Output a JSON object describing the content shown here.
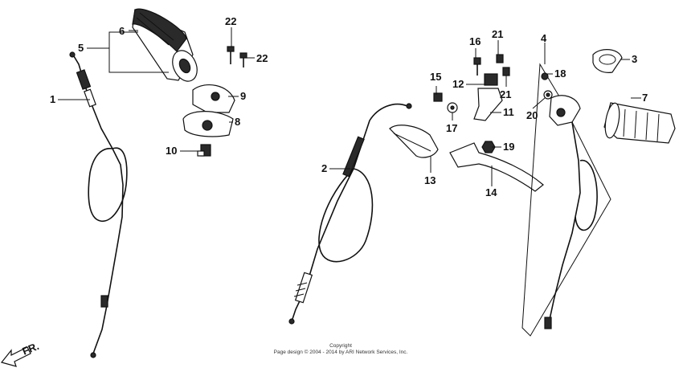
{
  "callouts": [
    {
      "id": "c1",
      "label": "1"
    },
    {
      "id": "c2",
      "label": "2"
    },
    {
      "id": "c3",
      "label": "3"
    },
    {
      "id": "c4",
      "label": "4"
    },
    {
      "id": "c5",
      "label": "5"
    },
    {
      "id": "c6",
      "label": "6"
    },
    {
      "id": "c7",
      "label": "7"
    },
    {
      "id": "c8",
      "label": "8"
    },
    {
      "id": "c9",
      "label": "9"
    },
    {
      "id": "c10",
      "label": "10"
    },
    {
      "id": "c11",
      "label": "11"
    },
    {
      "id": "c12",
      "label": "12"
    },
    {
      "id": "c13",
      "label": "13"
    },
    {
      "id": "c14",
      "label": "14"
    },
    {
      "id": "c15",
      "label": "15"
    },
    {
      "id": "c16",
      "label": "16"
    },
    {
      "id": "c17",
      "label": "17"
    },
    {
      "id": "c18",
      "label": "18"
    },
    {
      "id": "c19",
      "label": "19"
    },
    {
      "id": "c20",
      "label": "20"
    },
    {
      "id": "c21a",
      "label": "21"
    },
    {
      "id": "c21b",
      "label": "21"
    },
    {
      "id": "c22a",
      "label": "22"
    },
    {
      "id": "c22b",
      "label": "22"
    }
  ],
  "direction_label": "FR.",
  "copyright": {
    "line1": "Copyright",
    "line2": "Page design © 2004 - 2014 by ARI Network Services, Inc."
  }
}
